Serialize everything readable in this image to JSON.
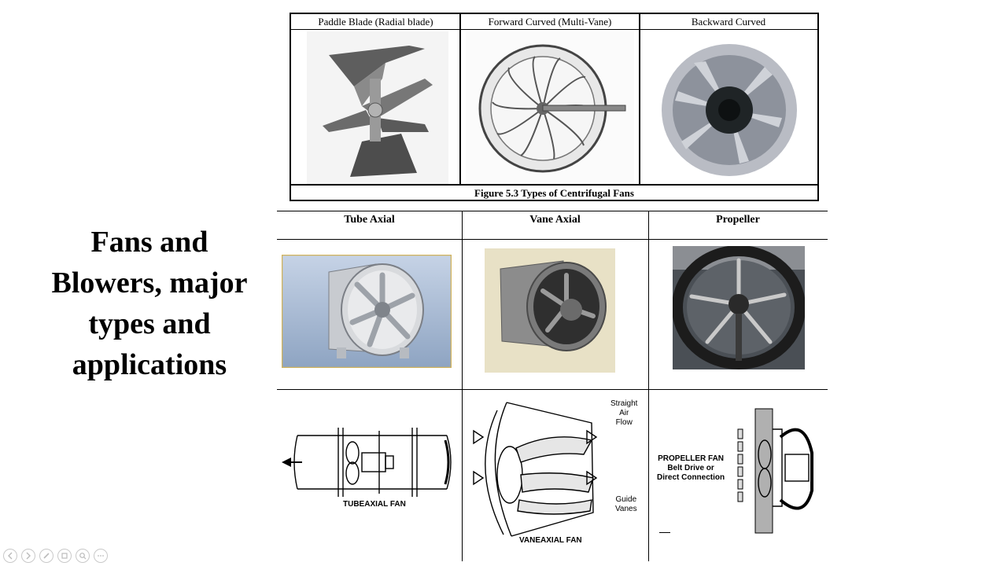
{
  "slide": {
    "title_lines": [
      "Fans and",
      "Blowers, major",
      "types and",
      "applications"
    ]
  },
  "centrifugal": {
    "headers": [
      "Paddle Blade (Radial blade)",
      "Forward Curved (Multi-Vane)",
      "Backward Curved"
    ],
    "caption": "Figure 5.3 Types of Centrifugal Fans"
  },
  "axial": {
    "headers": [
      "Tube Axial",
      "Vane Axial",
      "Propeller"
    ],
    "tubeaxial_label": "TUBEAXIAL FAN",
    "vaneaxial_label": "VANEAXIAL FAN",
    "straight_air_flow": [
      "Straight",
      "Air",
      "Flow"
    ],
    "guide_vanes": [
      "Guide",
      "Vanes"
    ],
    "propeller_label": [
      "PROPELLER FAN",
      "Belt Drive or",
      "Direct Connection"
    ]
  },
  "controls": {
    "icons": [
      "previous-icon",
      "next-icon",
      "pen-icon",
      "slides-icon",
      "zoom-icon",
      "more-icon"
    ]
  }
}
